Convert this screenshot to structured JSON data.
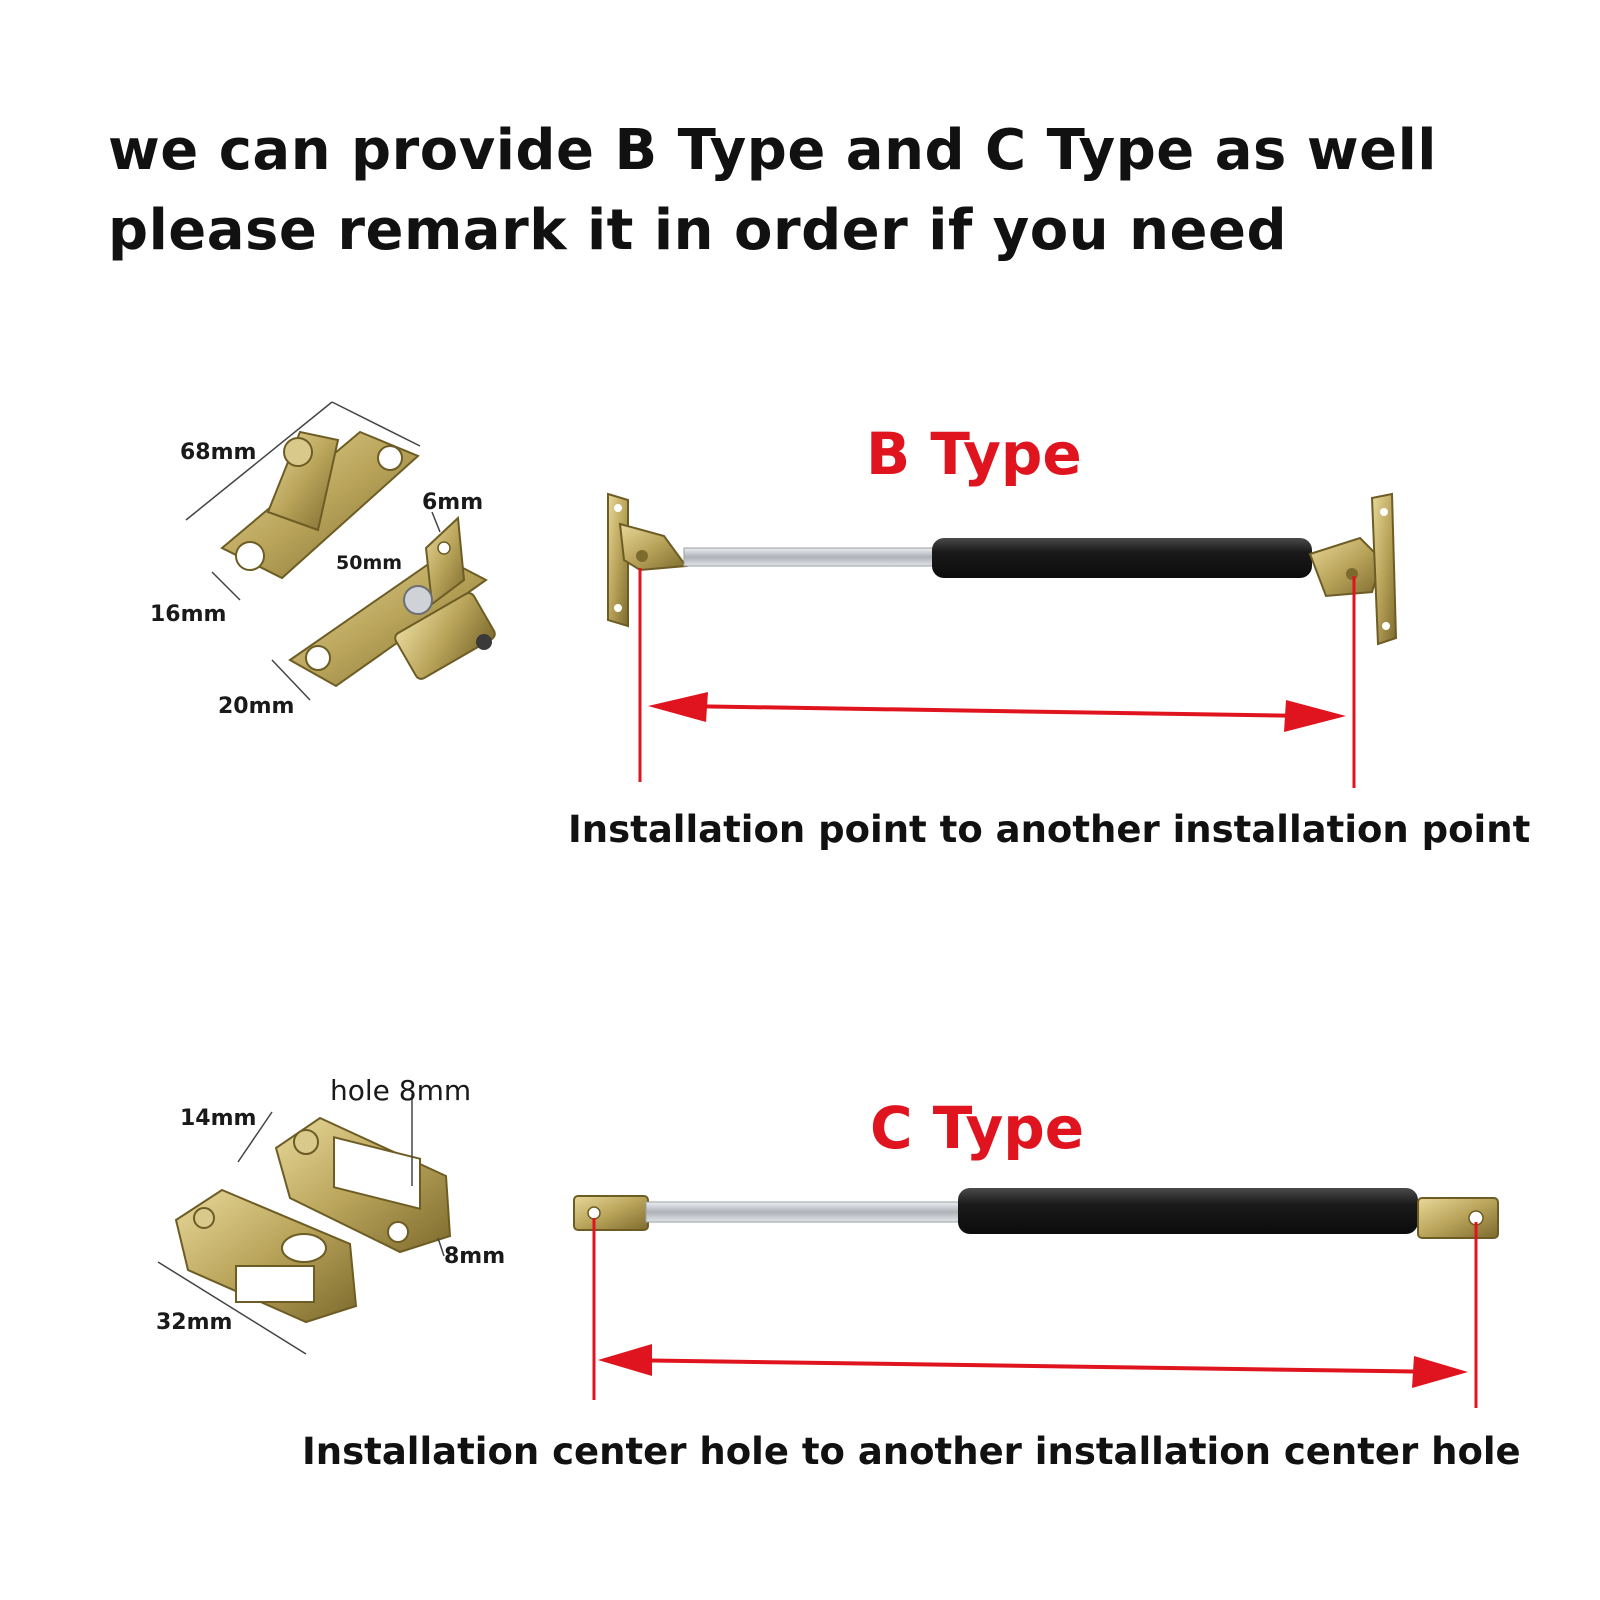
{
  "headline": {
    "line1": "we can provide B Type and C Type as well",
    "line2": "please remark it in order if you need"
  },
  "b_type": {
    "title": "B Type",
    "caption": "Installation point to another installation point",
    "dimensions": {
      "a": "68mm",
      "b": "6mm",
      "c": "50mm",
      "d": "16mm",
      "e": "20mm"
    }
  },
  "c_type": {
    "title": "C Type",
    "caption": "Installation center hole to another installation center hole",
    "dimensions": {
      "a": "hole 8mm",
      "b": "14mm",
      "c": "8mm",
      "d": "32mm"
    }
  },
  "colors": {
    "accent_red": "#e0141e",
    "cylinder_black": "#1c1c1c",
    "rod_silver": "#c9ccd1",
    "bracket_brass": "#b9a45a"
  }
}
